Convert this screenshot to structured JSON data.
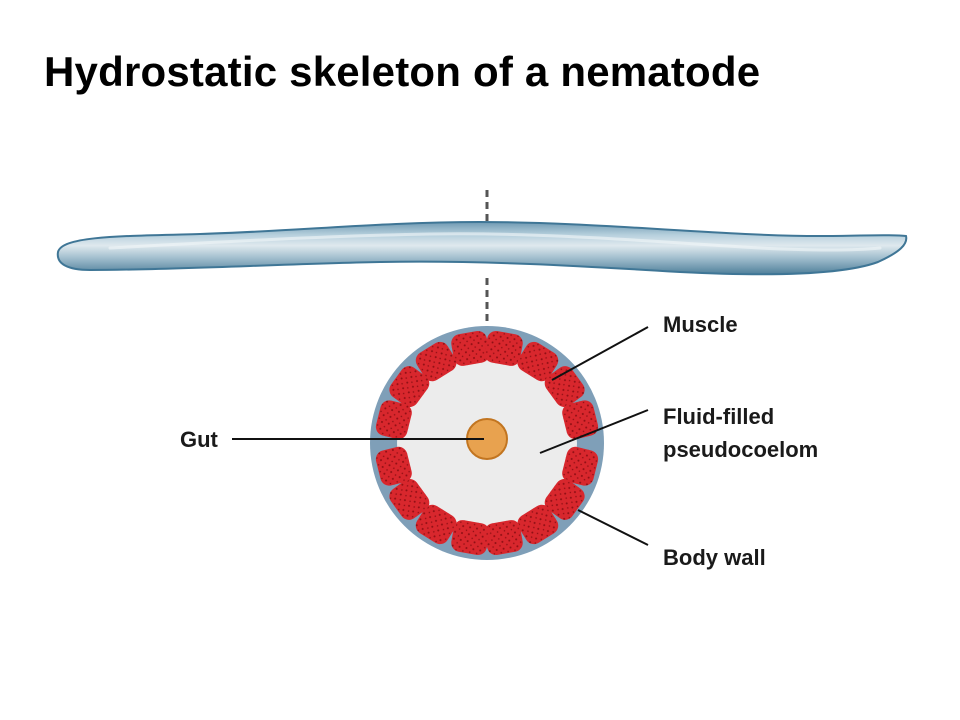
{
  "title": "Hydrostatic skeleton of a nematode",
  "labels": {
    "muscle": "Muscle",
    "fluid_line1": "Fluid-filled",
    "fluid_line2": "pseudocoelom",
    "body_wall": "Body wall",
    "gut": "Gut"
  },
  "colors": {
    "worm_body": "#7fa8bf",
    "worm_outline": "#3f7696",
    "body_wall": "#7f9fb8",
    "pseudocoelom": "#ececec",
    "muscle": "#d8272d",
    "muscle_dots": "#8f0f14",
    "gut": "#e8a24f",
    "gut_outline": "#c27520"
  }
}
